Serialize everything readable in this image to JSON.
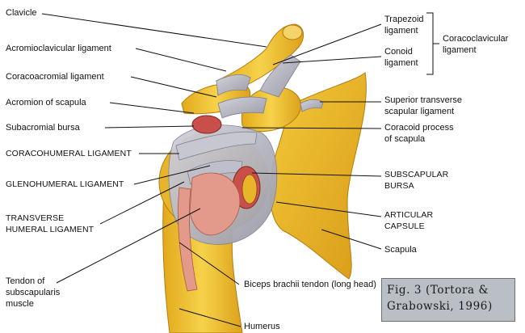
{
  "figure": {
    "labels": {
      "clavicle": "Clavicle",
      "acromioclavicular_ligament": "Acromioclavicular ligament",
      "coracoacromial_ligament": "Coracoacromial ligament",
      "acromion_of_scapula": "Acromion of scapula",
      "subacromial_bursa": "Subacromial bursa",
      "coracohumeral_ligament": "CORACOHUMERAL LIGAMENT",
      "glenohumeral_ligament": "GLENOHUMERAL LIGAMENT",
      "transverse_humeral_ligament_line1": "TRANSVERSE",
      "transverse_humeral_ligament_line2": "HUMERAL LIGAMENT",
      "tendon_of_subscapularis_line1": "Tendon of",
      "tendon_of_subscapularis_line2": "subscapularis",
      "tendon_of_subscapularis_line3": "muscle",
      "trapezoid_ligament_line1": "Trapezoid",
      "trapezoid_ligament_line2": "ligament",
      "conoid_ligament_line1": "Conoid",
      "conoid_ligament_line2": "ligament",
      "coracoclavicular_ligament_line1": "Coracoclavicular",
      "coracoclavicular_ligament_line2": "ligament",
      "superior_transverse_scapular_ligament_line1": "Superior transverse",
      "superior_transverse_scapular_ligament_line2": "scapular ligament",
      "coracoid_process_line1": "Coracoid process",
      "coracoid_process_line2": "of scapula",
      "subscapular_bursa_line1": "SUBSCAPULAR",
      "subscapular_bursa_line2": "BURSA",
      "articular_capsule_line1": "ARTICULAR",
      "articular_capsule_line2": "CAPSULE",
      "scapula": "Scapula",
      "biceps_brachii_tendon": "Biceps brachii tendon (long head)",
      "humerus": "Humerus"
    },
    "caption": {
      "line1": "Fig. 3 (Tortora &",
      "line2": "Grabowski, 1996)"
    }
  },
  "colors": {
    "bone": "#f2c62a",
    "bone_dark": "#d69a17",
    "ligament": "#b9b9c4",
    "bursa": "#c9504a",
    "tendon": "#e49a8a",
    "caption_bg": "#b9bfc4"
  }
}
